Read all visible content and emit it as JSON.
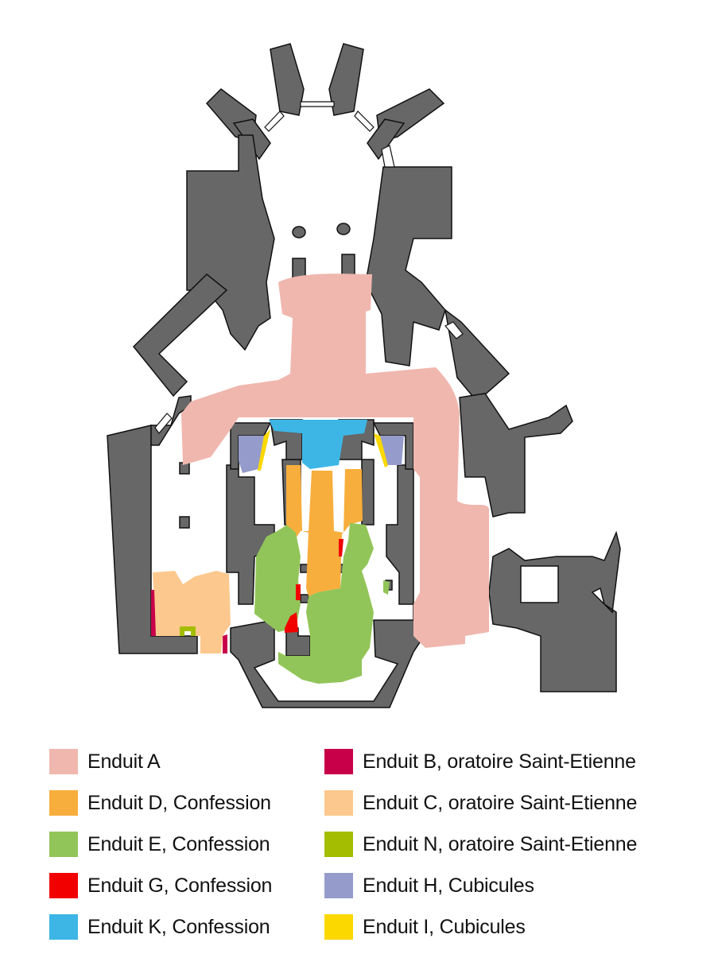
{
  "colors": {
    "wall": "#676767",
    "outline": "#111111",
    "background": "#ffffff"
  },
  "legend": {
    "left": [
      {
        "id": "A",
        "label": "Enduit A",
        "color": "#f0b7ae"
      },
      {
        "id": "D",
        "label": "Enduit D, Confession",
        "color": "#f7ae3c"
      },
      {
        "id": "E",
        "label": "Enduit E, Confession",
        "color": "#92c559"
      },
      {
        "id": "G",
        "label": "Enduit G, Confession",
        "color": "#f20000"
      },
      {
        "id": "K",
        "label": "Enduit K, Confession",
        "color": "#3db6e6"
      }
    ],
    "right": [
      {
        "id": "B",
        "label": "Enduit B, oratoire Saint-Etienne",
        "color": "#c8004a"
      },
      {
        "id": "C",
        "label": "Enduit C, oratoire Saint-Etienne",
        "color": "#fcc88d"
      },
      {
        "id": "N",
        "label": "Enduit N, oratoire Saint-Etienne",
        "color": "#a4bd00"
      },
      {
        "id": "H",
        "label": "Enduit H, Cubicules",
        "color": "#959ccb"
      },
      {
        "id": "I",
        "label": "Enduit I, Cubicules",
        "color": "#fbd800"
      }
    ]
  }
}
